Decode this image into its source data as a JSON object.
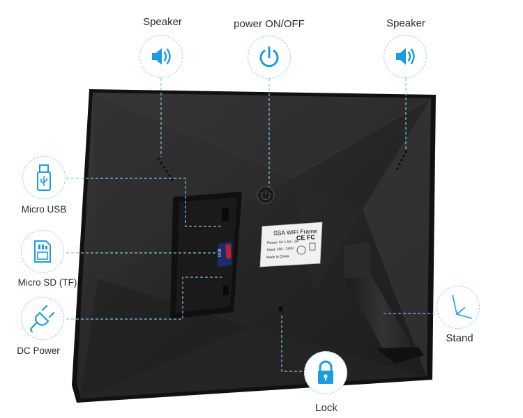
{
  "labels": {
    "speaker_left": "Speaker",
    "power": "power ON/OFF",
    "speaker_right": "Speaker",
    "micro_usb": "Micro USB",
    "micro_sd": "Micro SD (TF)",
    "dc_power": "DC Power",
    "lock": "Lock",
    "stand": "Stand"
  },
  "rating_plate": {
    "title": "SSA WiFi Frame",
    "power": "Power: 5V 1.5A - 2A",
    "input": "Input: 100 - 240V",
    "origin": "Made in China",
    "marks": "CE FC"
  },
  "sd_card": {
    "capacity": "32GB"
  },
  "colors": {
    "accent": "#1a9de0",
    "dashed_line": "#7fc4ee",
    "frame_body": "#2b2b2b",
    "frame_edge": "#111111"
  },
  "icons": [
    "speaker-icon",
    "power-icon",
    "usb-icon",
    "sd-card-icon",
    "plug-icon",
    "lock-icon",
    "stand-icon"
  ]
}
